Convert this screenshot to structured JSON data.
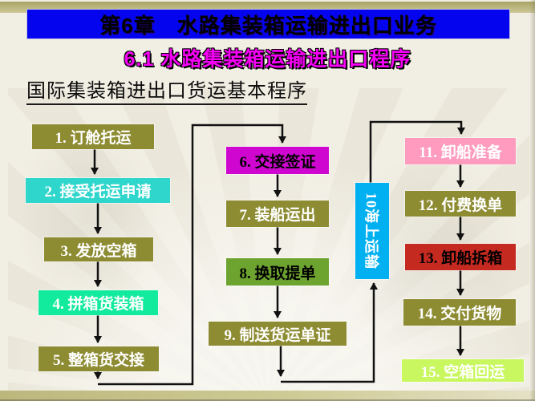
{
  "slide": {
    "title": "第6章　水路集装箱运输进出口业务",
    "subtitle": "6.1 水路集装箱运输进出口程序",
    "heading": "国际集装箱进出口货运基本程序",
    "colors": {
      "title_band_bg": "#0404ee",
      "title_text": "#000000",
      "subtitle_text": "#f500f5",
      "heading_text": "#0d0d0d",
      "olive_box": "#8e8c33",
      "connector": "#111111",
      "background": "#f1eee3"
    }
  },
  "flowchart": {
    "steps": [
      {
        "label": "1. 订舱托运",
        "bg": "#8e8c33",
        "fg": "#ffffff"
      },
      {
        "label": "2. 接受托运申请",
        "bg": "#2fd6cc",
        "fg": "#ffffff"
      },
      {
        "label": "3. 发放空箱",
        "bg": "#8e8c33",
        "fg": "#ffffff"
      },
      {
        "label": "4. 拼箱货装箱",
        "bg": "#12ea9e",
        "fg": "#ffffff"
      },
      {
        "label": "5. 整箱货交接",
        "bg": "#8e8c33",
        "fg": "#ffffff"
      },
      {
        "label": "6. 交接签证",
        "bg": "#cf06cf",
        "fg": "#000000"
      },
      {
        "label": "7. 装船运出",
        "bg": "#8e8c33",
        "fg": "#ffffff"
      },
      {
        "label": "8. 换取提单",
        "bg": "#6da32f",
        "fg": "#000000"
      },
      {
        "label": "9. 制送货运单证",
        "bg": "#8e8c33",
        "fg": "#ffffff"
      },
      {
        "label": "10海上运输",
        "bg": "#00b0f0",
        "fg": "#ffffff"
      },
      {
        "label": "11. 卸船准备",
        "bg": "#ff9bbe",
        "fg": "#ffffff"
      },
      {
        "label": "12. 付费换单",
        "bg": "#8e8c33",
        "fg": "#ffffff"
      },
      {
        "label": "13. 卸船拆箱",
        "bg": "#c52a21",
        "fg": "#000000"
      },
      {
        "label": "14. 交付货物",
        "bg": "#8e8c33",
        "fg": "#ffffff"
      },
      {
        "label": "15. 空箱回运",
        "bg": "#c9f75f",
        "fg": "#ffffff"
      }
    ]
  }
}
